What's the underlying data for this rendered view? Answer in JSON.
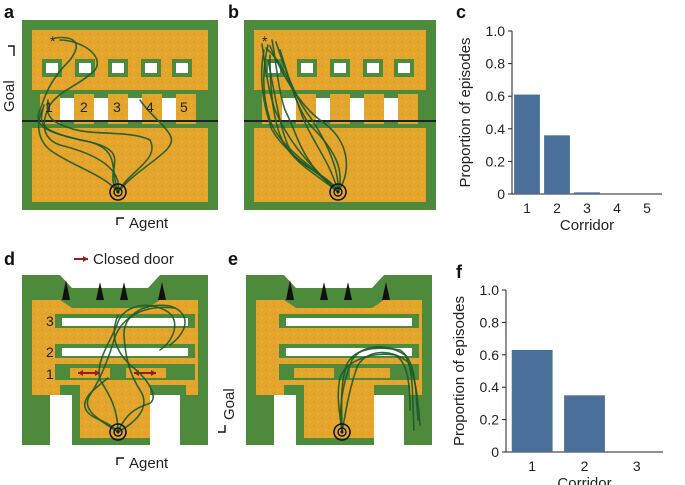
{
  "panels": {
    "a": "a",
    "b": "b",
    "c": "c",
    "d": "d",
    "e": "e",
    "f": "f"
  },
  "labels": {
    "goal": "Goal",
    "agent": "Agent",
    "closed_door": "Closed door",
    "corridor_numbers_top": [
      "1",
      "2",
      "3",
      "4",
      "5"
    ],
    "corridor_numbers_bottom": [
      "3",
      "2",
      "1"
    ],
    "goal_marker": "*"
  },
  "colors": {
    "bar": "#4a6f98",
    "maze_floor": "#e3a52c",
    "maze_wall": "#4d8a3c",
    "trajectory": "#1d5a2a",
    "closed_door_arrow": "#9b1c1c"
  },
  "chart_data": [
    {
      "panel": "c",
      "type": "bar",
      "categories": [
        "1",
        "2",
        "3",
        "4",
        "5"
      ],
      "values": [
        0.61,
        0.36,
        0.01,
        0.0,
        0.0
      ],
      "xlabel": "Corridor",
      "ylabel": "Proportion of episodes",
      "ylim": [
        0,
        1.0
      ],
      "yticks": [
        "0",
        "0.2",
        "0.4",
        "0.6",
        "0.8",
        "1.0"
      ],
      "grid": false
    },
    {
      "panel": "f",
      "type": "bar",
      "categories": [
        "1",
        "2",
        "3"
      ],
      "values": [
        0.63,
        0.35,
        0.0
      ],
      "xlabel": "Corridor",
      "ylabel": "Proportion of episodes",
      "ylim": [
        0,
        1.0
      ],
      "yticks": [
        "0",
        "0.2",
        "0.4",
        "0.6",
        "0.8",
        "1.0"
      ],
      "grid": false
    }
  ]
}
